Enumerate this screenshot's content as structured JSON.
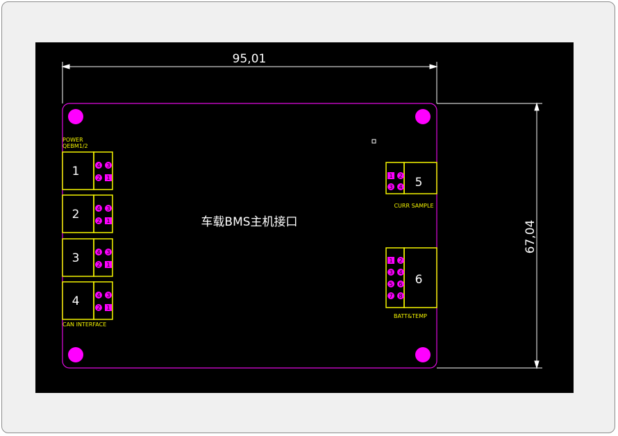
{
  "colors": {
    "background": "#000000",
    "outline": "#e00be0",
    "connector": "#f5f500",
    "pad": "#ff00ff",
    "dimension": "#ffffff",
    "text": "#ffffff",
    "label": "#f5f500"
  },
  "dimensions": {
    "width": "95,01",
    "height": "67,04"
  },
  "board": {
    "title": "车载BMS主机接口",
    "power_label_line1": "POWER",
    "power_label_line2": "QEBM1/2",
    "can_label": "CAN INTERFACE",
    "curr_label": "CURR SAMPLE",
    "batt_label": "BATT&TEMP"
  },
  "connectors": [
    {
      "id": "1",
      "pins": [
        "4",
        "3",
        "2",
        "1"
      ]
    },
    {
      "id": "2",
      "pins": [
        "4",
        "3",
        "2",
        "1"
      ]
    },
    {
      "id": "3",
      "pins": [
        "4",
        "3",
        "2",
        "1"
      ]
    },
    {
      "id": "4",
      "pins": [
        "4",
        "3",
        "2",
        "1"
      ]
    },
    {
      "id": "5",
      "pins": [
        "1",
        "2",
        "3",
        "4"
      ]
    },
    {
      "id": "6",
      "pins": [
        "1",
        "2",
        "3",
        "4",
        "5",
        "6",
        "7",
        "8"
      ]
    }
  ]
}
